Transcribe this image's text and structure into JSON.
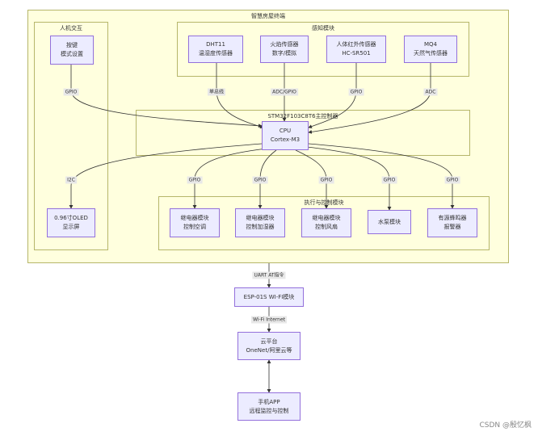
{
  "groups": {
    "system": "智慧房屋终端",
    "hmi": "人机交互",
    "sensors": "感知模块",
    "mcu": "STM32F103C8T6主控制器",
    "actuators": "执行与控制模块"
  },
  "nodes": {
    "keys": [
      "按键",
      "模式设置"
    ],
    "dht11": [
      "DHT11",
      "温湿度传感器"
    ],
    "fire": [
      "火焰传感器",
      "数字/模拟"
    ],
    "pir": [
      "人体红外传感器",
      "HC-SR501"
    ],
    "mq4": [
      "MQ4",
      "天然气传感器"
    ],
    "cpu": [
      "CPU",
      "Cortex-M3"
    ],
    "oled": [
      "0.96寸OLED",
      "显示屏"
    ],
    "relay_ac": [
      "继电器模块",
      "控制空调"
    ],
    "relay_hum": [
      "继电器模块",
      "控制加湿器"
    ],
    "relay_fan": [
      "继电器模块",
      "控制风扇"
    ],
    "pump": [
      "水泵模块"
    ],
    "buzzer": [
      "有源蜂鸣器",
      "报警器"
    ],
    "esp": [
      "ESP-01S WI-FI模块"
    ],
    "cloud": [
      "云平台",
      "OneNet/阿里云等"
    ],
    "app": [
      "手机APP",
      "远程监控与控制"
    ]
  },
  "edge_labels": {
    "keys_cpu": "GPIO",
    "dht_cpu": "单总线",
    "fire_cpu": "ADC/GPIO",
    "pir_cpu": "GPIO",
    "mq4_cpu": "ADC",
    "cpu_oled": "I2C",
    "cpu_ac": "GPIO",
    "cpu_hum": "GPIO",
    "cpu_fan": "GPIO",
    "cpu_pump": "GPIO",
    "cpu_buzzer": "GPIO",
    "uart": "UART AT指令",
    "wifi": "Wi-Fi Internet"
  },
  "watermark": "CSDN @殷忆枫",
  "colors": {
    "group_fill": "#ffffde",
    "group_border": "#b6b66a",
    "node_fill": "#ececff",
    "node_border": "#9370db",
    "edge": "#333333"
  }
}
